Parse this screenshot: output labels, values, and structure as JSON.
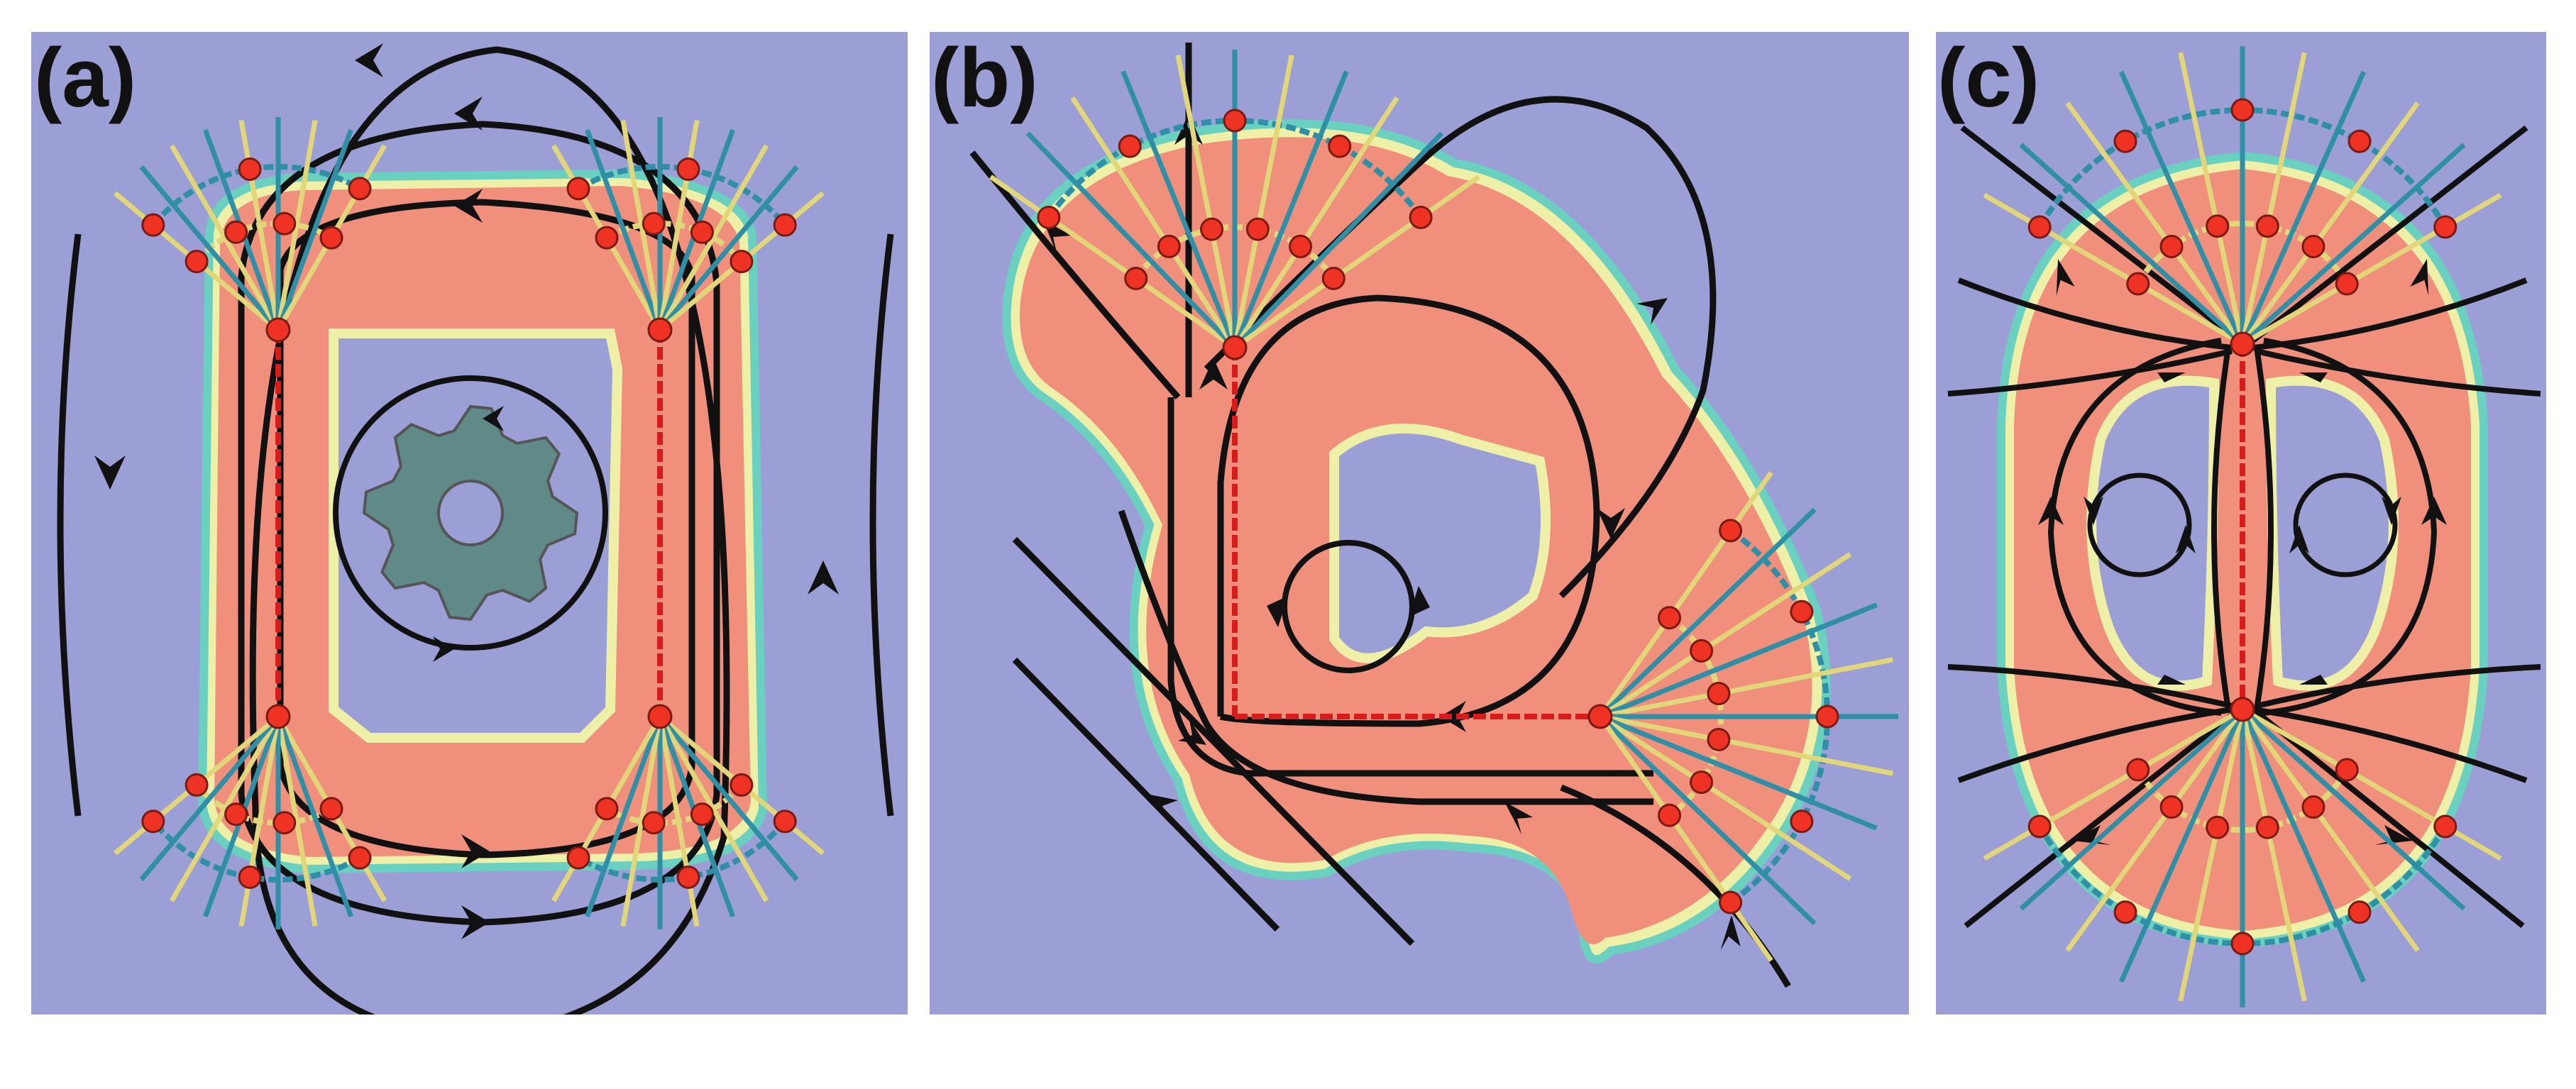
{
  "panels": [
    {
      "id": "a",
      "label": "(a)"
    },
    {
      "id": "b",
      "label": "(b)"
    },
    {
      "id": "c",
      "label": "(c)"
    }
  ],
  "colors": {
    "background_phase": "#9b9fd6",
    "ordered_phase": "#f0907c",
    "interface_yellow": "#eef0a8",
    "interface_teal": "#6ad0c0",
    "gear_fill": "#5f8a88",
    "streamline": "#111111",
    "defect_node": "#ee3324",
    "defect_line": "#d81b1b",
    "fan_yellow": "#e2d67a",
    "fan_teal": "#2f8fa6"
  },
  "icons": {
    "a": "gear-obstacle-icon",
    "b": "rotation-arrow-icon",
    "c": "twin-vortex-icon"
  }
}
